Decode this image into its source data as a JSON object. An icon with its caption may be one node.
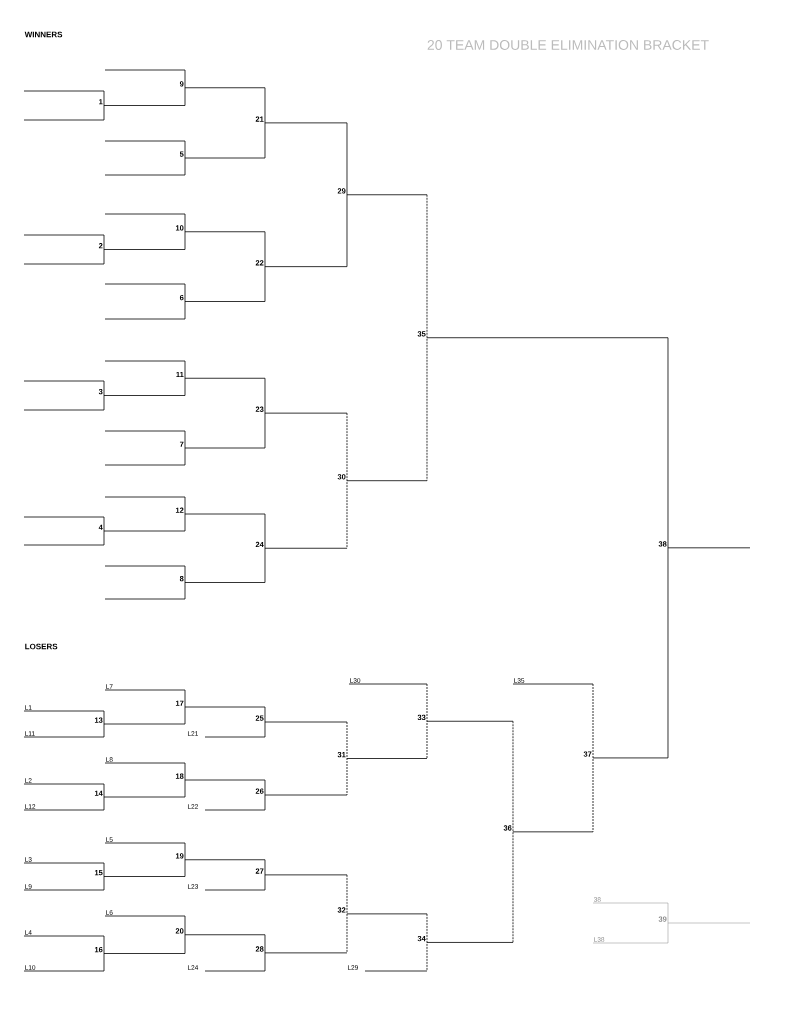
{
  "diagram": {
    "title": "20 TEAM DOUBLE ELIMINATION BRACKET",
    "labels": [
      "WINNERS",
      "9",
      "1",
      "21",
      "5",
      "29",
      "10",
      "2",
      "22",
      "6",
      "35",
      "11",
      "3",
      "23",
      "7",
      "30",
      "12",
      "4",
      "24",
      "38",
      "8",
      "LOSERS",
      "L30",
      "L35",
      "L7",
      "L1",
      "17",
      "33",
      "13",
      "25",
      "L11",
      "L21",
      "L8",
      "31",
      "37",
      "L2",
      "18",
      "14",
      "26",
      "L12",
      "L22",
      "36",
      "L5",
      "L3",
      "19",
      "15",
      "27",
      "L9",
      "L23",
      "38",
      "32",
      "L6",
      "39",
      "L4",
      "20",
      "34",
      "L38",
      "16",
      "28",
      "L10",
      "L24",
      "L29"
    ]
  }
}
